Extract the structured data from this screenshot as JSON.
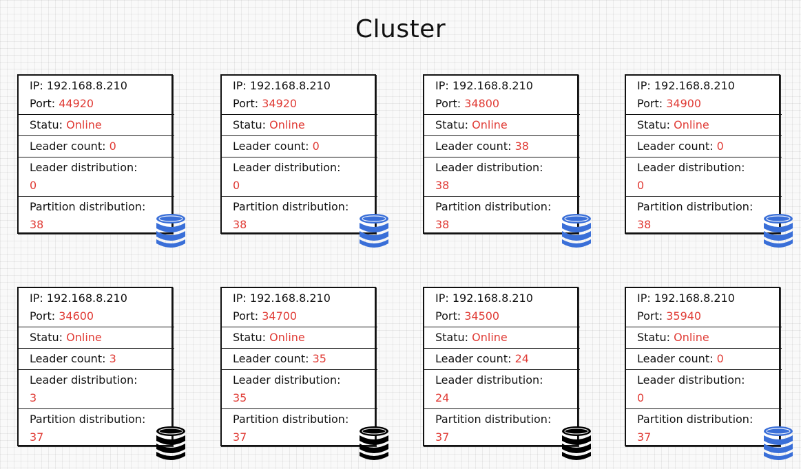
{
  "title": "Cluster",
  "labels": {
    "ip": "IP",
    "port": "Port",
    "status": "Statu",
    "leader_count": "Leader count",
    "leader_distribution": "Leader distribution",
    "partition_distribution": "Partition distribution"
  },
  "colors": {
    "value": "#e03b35",
    "db_blue": "#3a6fd8",
    "db_black": "#000000"
  },
  "nodes": [
    {
      "ip": "192.168.8.210",
      "port": "44920",
      "status": "Online",
      "leader_count": "0",
      "leader_distribution": "0",
      "partition_distribution": "38",
      "db_icon": "database-icon-blue"
    },
    {
      "ip": "192.168.8.210",
      "port": "34920",
      "status": "Online",
      "leader_count": "0",
      "leader_distribution": "0",
      "partition_distribution": "38",
      "db_icon": "database-icon-blue"
    },
    {
      "ip": "192.168.8.210",
      "port": "34800",
      "status": "Online",
      "leader_count": "38",
      "leader_distribution": "38",
      "partition_distribution": "38",
      "db_icon": "database-icon-blue"
    },
    {
      "ip": "192.168.8.210",
      "port": "34900",
      "status": "Online",
      "leader_count": "0",
      "leader_distribution": "0",
      "partition_distribution": "38",
      "db_icon": "database-icon-blue"
    },
    {
      "ip": "192.168.8.210",
      "port": "34600",
      "status": "Online",
      "leader_count": "3",
      "leader_distribution": "3",
      "partition_distribution": "37",
      "db_icon": "database-icon-black"
    },
    {
      "ip": "192.168.8.210",
      "port": "34700",
      "status": "Online",
      "leader_count": "35",
      "leader_distribution": "35",
      "partition_distribution": "37",
      "db_icon": "database-icon-black"
    },
    {
      "ip": "192.168.8.210",
      "port": "34500",
      "status": "Online",
      "leader_count": "24",
      "leader_distribution": "24",
      "partition_distribution": "37",
      "db_icon": "database-icon-black"
    },
    {
      "ip": "192.168.8.210",
      "port": "35940",
      "status": "Online",
      "leader_count": "0",
      "leader_distribution": "0",
      "partition_distribution": "37",
      "db_icon": "database-icon-blue"
    }
  ]
}
